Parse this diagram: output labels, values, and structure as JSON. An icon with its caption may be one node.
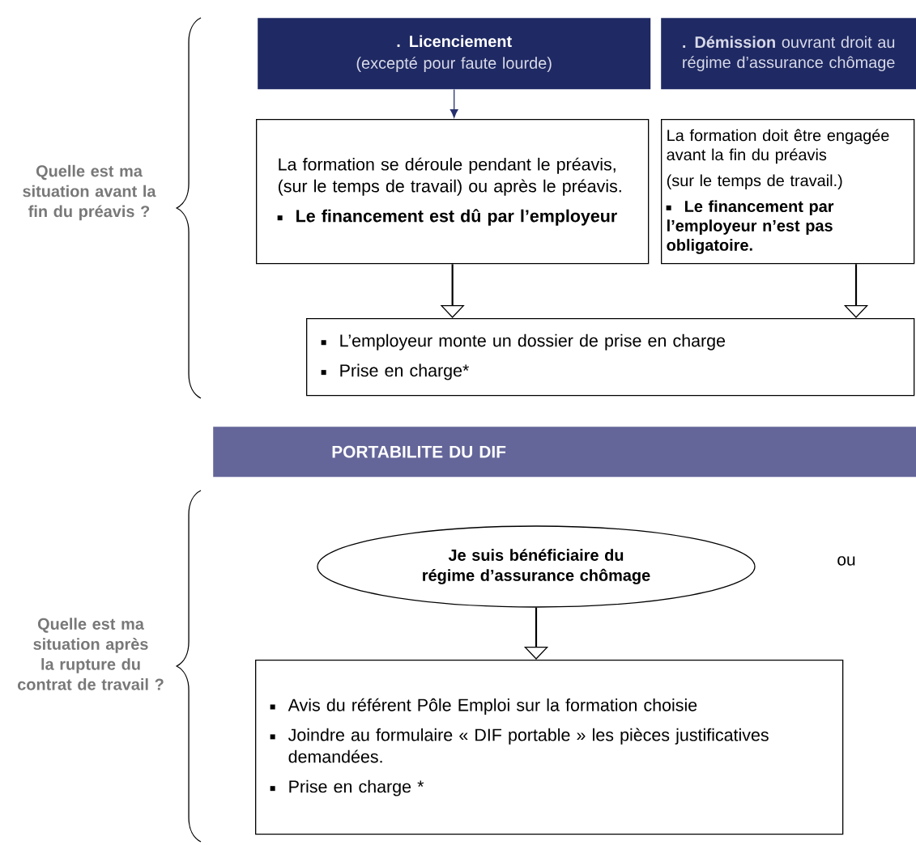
{
  "diagram": {
    "nodes": [
      {
        "text": [
          ". Licenciement",
          "(excepté pour faute lourde)"
        ]
      },
      {
        "text": [
          "**. Démission** ouvrant droit au régime d’assurance chômage"
        ]
      },
      {
        "text": [
          "La formation se déroule pendant le préavis, (sur le temps de travail) ou après le préavis.",
          "Le financement est dû par l’employeur"
        ]
      },
      {
        "text": [
          "La formation doit être engagée avant la fin du préavis",
          "(sur le temps de travail.)",
          "Le financement par l’employeur n’est pas obligatoire."
        ]
      },
      {
        "text": [
          "L’employeur monte un dossier de prise en charge",
          "Prise en charge*"
        ]
      },
      {
        "text": [
          "PORTABILITE DU DIF"
        ]
      },
      {
        "text": [
          "Je suis bénéficiaire du régime d’assurance chômage"
        ]
      },
      {
        "text": [
          "Avis du référent Pôle Emploi sur la formation choisie",
          "Joindre au formulaire « DIF portable » les pièces justificatives demandées.",
          "Prise en charge *"
        ]
      }
    ],
    "edges": [
      {
        "from": 0,
        "to": 2,
        "arrow": "to",
        "color": "#27306e"
      },
      {
        "from": 2,
        "to": 4,
        "arrow": "to"
      },
      {
        "from": 3,
        "to": 4,
        "arrow": "to"
      },
      {
        "from": 6,
        "to": 7,
        "arrow": "to"
      }
    ],
    "labels": [
      "Quelle est ma situation avant la fin du préavis ?",
      "ou",
      "Quelle est ma situation après la rupture du contrat de travail ?"
    ]
  }
}
